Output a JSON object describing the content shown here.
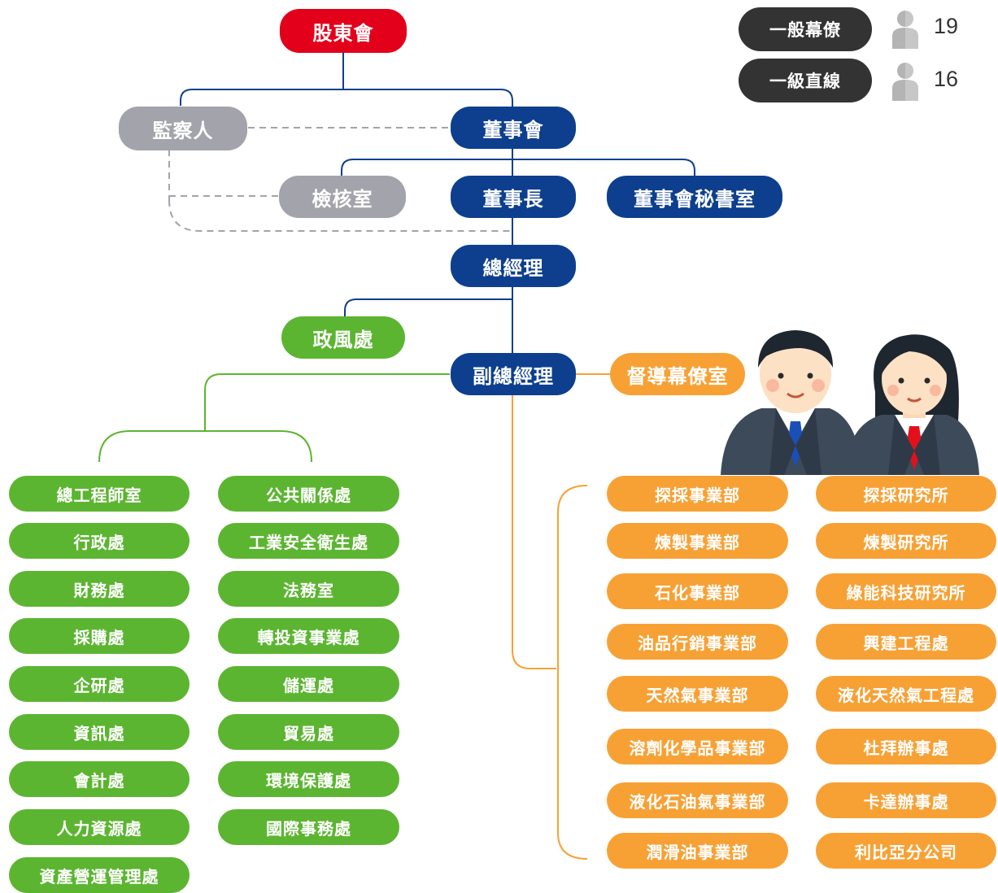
{
  "legend": [
    {
      "label": "一般幕僚",
      "count": "19",
      "icon": "person-icon"
    },
    {
      "label": "一級直線",
      "count": "16",
      "icon": "person-icon"
    }
  ],
  "top": {
    "shareholders": "股東會",
    "supervisor": "監察人",
    "board": "董事會",
    "audit": "檢核室",
    "chairman": "董事長",
    "board_secretariat": "董事會秘書室",
    "president": "總經理",
    "ethics": "政風處",
    "vice_president": "副總經理",
    "inspection_staff": "督導幕僚室"
  },
  "staff_units_left": [
    "總工程師室",
    "行政處",
    "財務處",
    "採購處",
    "企研處",
    "資訊處",
    "會計處",
    "人力資源處",
    "資產營運管理處"
  ],
  "staff_units_right": [
    "公共關係處",
    "工業安全衛生處",
    "法務室",
    "轉投資事業處",
    "儲運處",
    "貿易處",
    "環境保護處",
    "國際事務處"
  ],
  "line_units_left": [
    "探採事業部",
    "煉製事業部",
    "石化事業部",
    "油品行銷事業部",
    "天然氣事業部",
    "溶劑化學品事業部",
    "液化石油氣事業部",
    "潤滑油事業部"
  ],
  "line_units_right": [
    "探採研究所",
    "煉製研究所",
    "綠能科技研究所",
    "興建工程處",
    "液化天然氣工程處",
    "杜拜辦事處",
    "卡達辦事處",
    "利比亞分公司"
  ],
  "colors": {
    "shareholders": "#e3001b",
    "board_blue": "#0d3f8e",
    "supervisor_gray": "#a3a3ab",
    "staff_green": "#5cb531",
    "line_orange": "#f7a135",
    "legend_dark": "#333333"
  }
}
